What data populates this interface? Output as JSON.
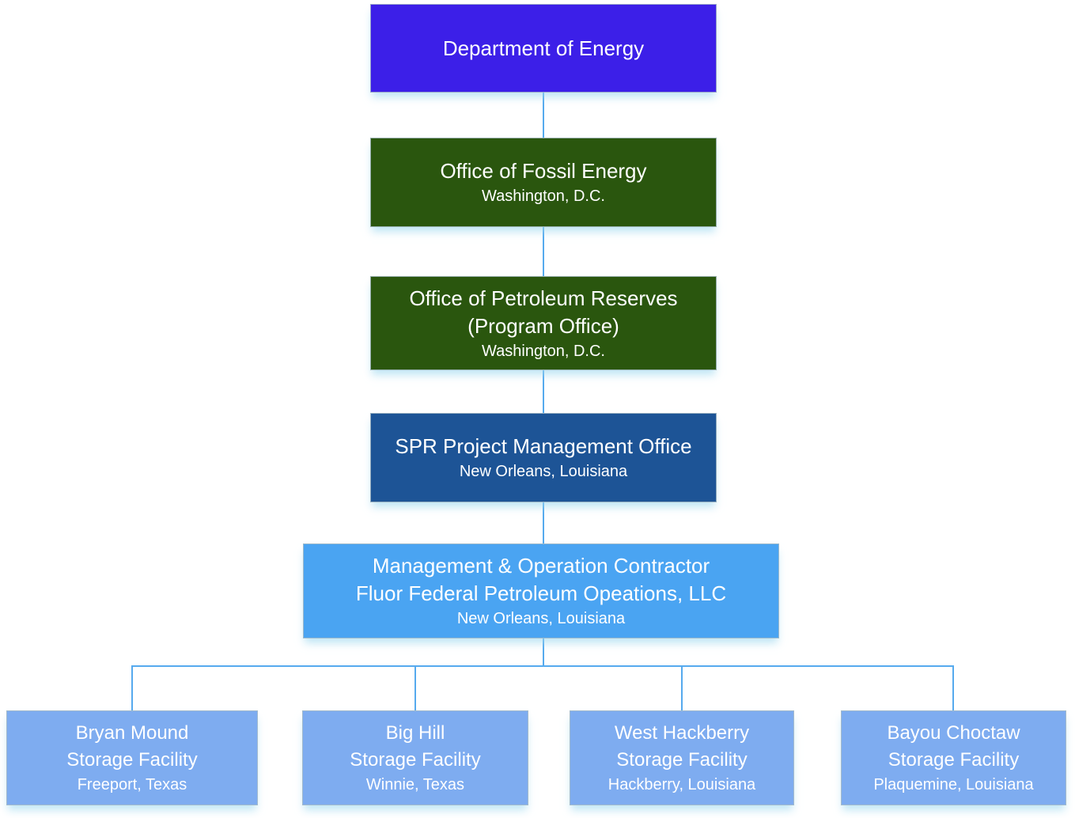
{
  "colors": {
    "purple": "#3c1fe8",
    "dark_green": "#2a560e",
    "dark_blue": "#1d5496",
    "contractor_blue": "#4aa4f2",
    "site_blue": "#7eacf0",
    "connector_blue": "#56aaee"
  },
  "nodes": {
    "doe": {
      "title": "Department of Energy"
    },
    "fossil_energy": {
      "title": "Office of Fossil Energy",
      "location": "Washington, D.C."
    },
    "petroleum_reserves": {
      "title": "Office of Petroleum Reserves",
      "subtitle": "(Program Office)",
      "location": "Washington, D.C."
    },
    "spr_pmo": {
      "title": "SPR Project Management Office",
      "location": "New Orleans, Louisiana"
    },
    "contractor": {
      "title": "Management & Operation Contractor",
      "subtitle": "Fluor Federal Petroleum Opeations, LLC",
      "location": "New Orleans, Louisiana"
    },
    "sites": [
      {
        "name": "Bryan Mound",
        "type": "Storage Facility",
        "location": "Freeport, Texas"
      },
      {
        "name": "Big Hill",
        "type": "Storage Facility",
        "location": "Winnie, Texas"
      },
      {
        "name": "West Hackberry",
        "type": "Storage Facility",
        "location": "Hackberry, Louisiana"
      },
      {
        "name": "Bayou Choctaw",
        "type": "Storage Facility",
        "location": "Plaquemine, Louisiana"
      }
    ]
  }
}
